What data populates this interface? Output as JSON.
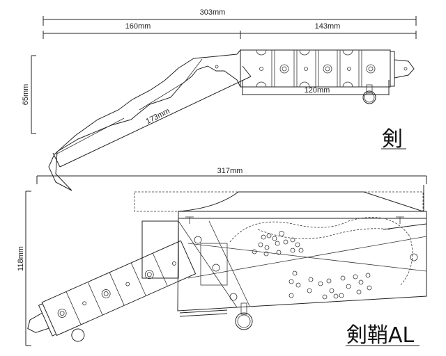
{
  "sword": {
    "title": "剣",
    "dim_total": "303mm",
    "dim_blade": "160mm",
    "dim_handle": "143mm",
    "dim_height": "65mm",
    "dim_grip": "120mm",
    "dim_edge": "173mm"
  },
  "scabbard": {
    "title": "剣鞘AL",
    "dim_total": "317mm",
    "dim_height": "118mm"
  }
}
